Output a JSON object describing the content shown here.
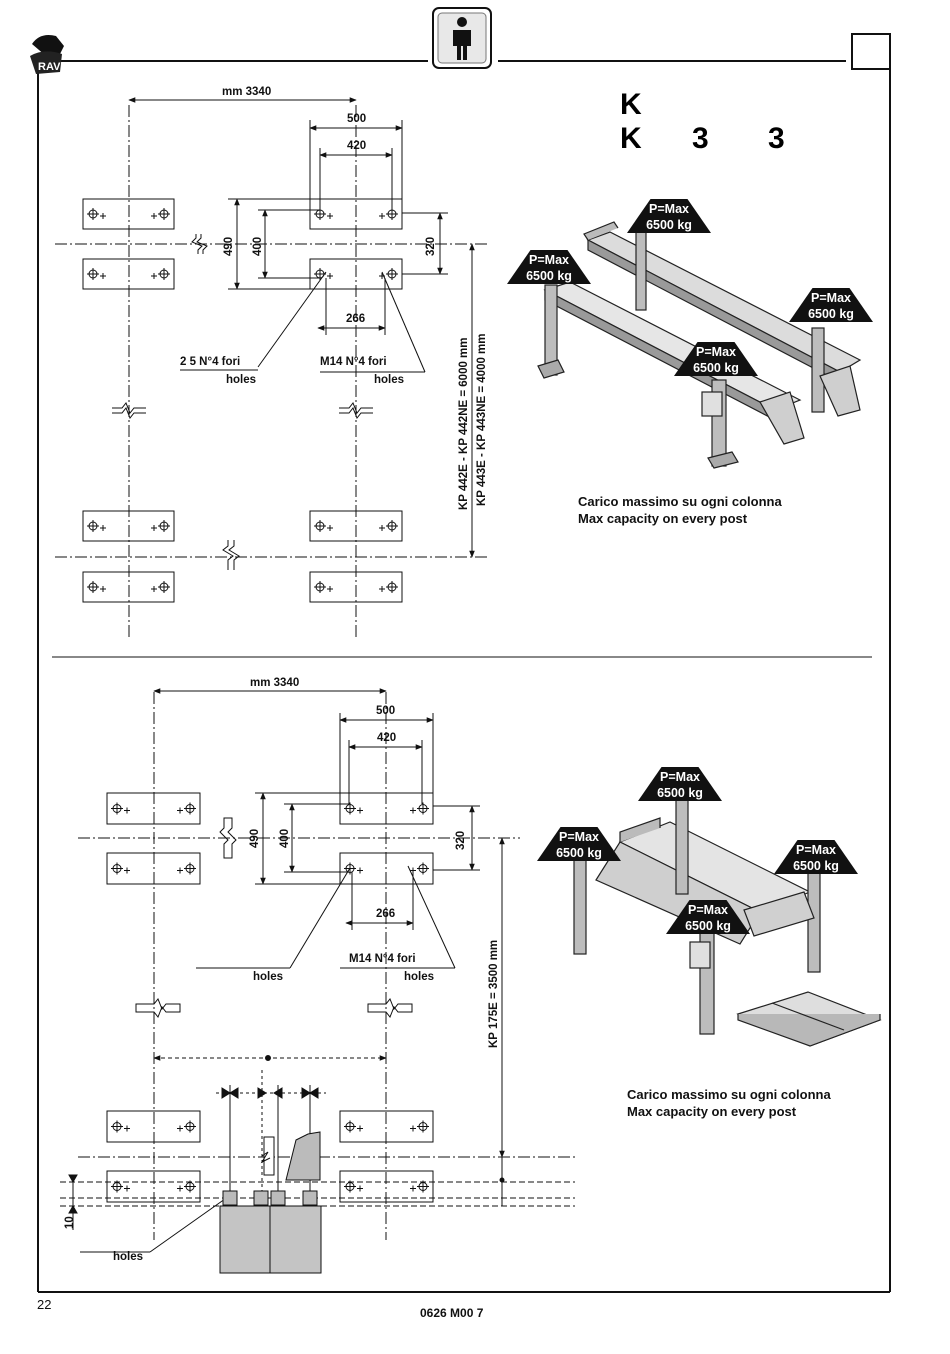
{
  "page": {
    "heading_line1": "K",
    "heading_line2_a": "K",
    "heading_line2_b": "3",
    "heading_line2_c": "3",
    "page_number": "22",
    "doc_ref": "0626 M00   7"
  },
  "top_diagram": {
    "dim_total": "mm 3340",
    "dim_500": "500",
    "dim_420": "420",
    "dim_490": "490",
    "dim_400": "400",
    "dim_320": "320",
    "dim_266": "266",
    "hole_label_left": "2 5 N°4 fori",
    "hole_label_left_en": "holes",
    "hole_label_right": "M14 N°4 fori",
    "hole_label_right_en": "holes",
    "length_label_1": "KP 442E - KP 442NE = 6000 mm",
    "length_label_2": "KP 443E - KP 443NE = 4000 mm"
  },
  "top_photo": {
    "tags": [
      {
        "line1": "P=Max",
        "line2": "6500 kg"
      },
      {
        "line1": "P=Max",
        "line2": "6500 kg"
      },
      {
        "line1": "P=Max",
        "line2": "6500 kg"
      },
      {
        "line1": "P=Max",
        "line2": "6500 kg"
      }
    ],
    "caption_it": "Carico massimo su ogni colonna",
    "caption_en": "Max capacity on every post"
  },
  "bottom_diagram": {
    "dim_total": "mm 3340",
    "dim_500": "500",
    "dim_420": "420",
    "dim_490": "490",
    "dim_400": "400",
    "dim_320": "320",
    "dim_266": "266",
    "hole_label_left_en": "holes",
    "hole_label_right": "M14 N°4 fori",
    "hole_label_right_en": "holes",
    "length_label": "KP 175E = 3500 mm",
    "dim_10": "10",
    "holes_bottom": "holes"
  },
  "bottom_photo": {
    "tags": [
      {
        "line1": "P=Max",
        "line2": "6500 kg"
      },
      {
        "line1": "P=Max",
        "line2": "6500 kg"
      },
      {
        "line1": "P=Max",
        "line2": "6500 kg"
      },
      {
        "line1": "P=Max",
        "line2": "6500 kg"
      }
    ],
    "caption_it": "Carico massimo su ogni colonna",
    "caption_en": "Max capacity on every post"
  },
  "icons": [
    "brand-logo-icon",
    "operator-person-icon"
  ]
}
